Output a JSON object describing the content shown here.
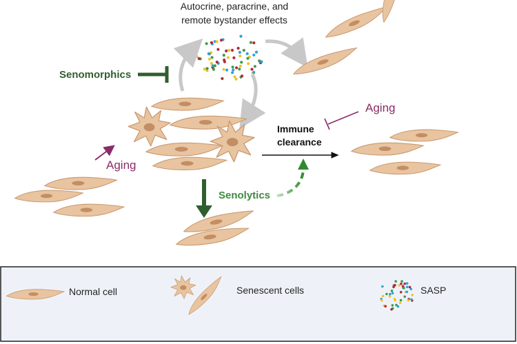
{
  "labels": {
    "bystander_line1": "Autocrine, paracrine, and",
    "bystander_line2": "remote bystander effects",
    "senomorphics": "Senomorphics",
    "aging_left": "Aging",
    "aging_right": "Aging",
    "immune_line1": "Immune",
    "immune_line2": "clearance",
    "senolytics": "Senolytics"
  },
  "legend": {
    "normal_cell": "Normal cell",
    "senescent_cells": "Senescent cells",
    "sasp": "SASP"
  },
  "colors": {
    "cell_fill": "#e9c4a0",
    "cell_stroke": "#c99a70",
    "nucleus": "#c38e64",
    "senomorphics_green": "#2f5e2f",
    "senolytics_green": "#3e8b3e",
    "aging_purple": "#8a2c67",
    "arrow_gray": "#c8c8c8",
    "legend_bg": "#eef2f8",
    "legend_border": "#222222",
    "sasp_dot_colors": [
      "#b5283b",
      "#f2c12e",
      "#2aa3d8",
      "#3a9d48"
    ]
  }
}
